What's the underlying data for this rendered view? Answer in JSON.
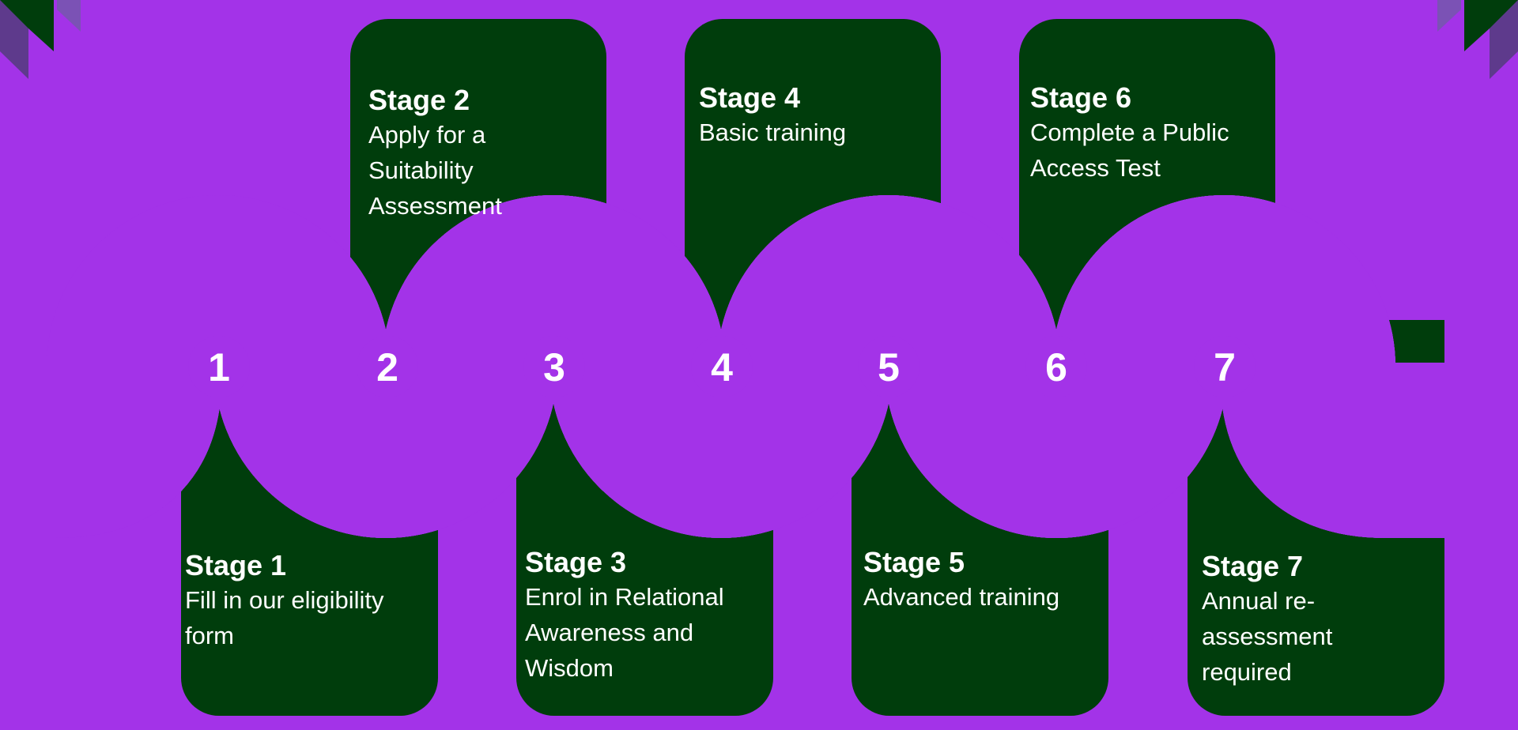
{
  "colors": {
    "background": "#a333e8",
    "card": "#003d0c",
    "road": "#ffffff",
    "road_line": "#3a9e26",
    "corner_accent": "#5e3a8c"
  },
  "stages": [
    {
      "number": "1",
      "title": "Stage 1",
      "description": "Fill in our eligibility form"
    },
    {
      "number": "2",
      "title": "Stage 2",
      "description": "Apply for a Suitability Assessment"
    },
    {
      "number": "3",
      "title": "Stage 3",
      "description": "Enrol in Relational Awareness and Wisdom"
    },
    {
      "number": "4",
      "title": "Stage 4",
      "description": "Basic training"
    },
    {
      "number": "5",
      "title": "Stage 5",
      "description": "Advanced training"
    },
    {
      "number": "6",
      "title": "Stage 6",
      "description": "Complete a Public Access Test"
    },
    {
      "number": "7",
      "title": "Stage 7",
      "description": "Annual re-assessment required"
    }
  ]
}
